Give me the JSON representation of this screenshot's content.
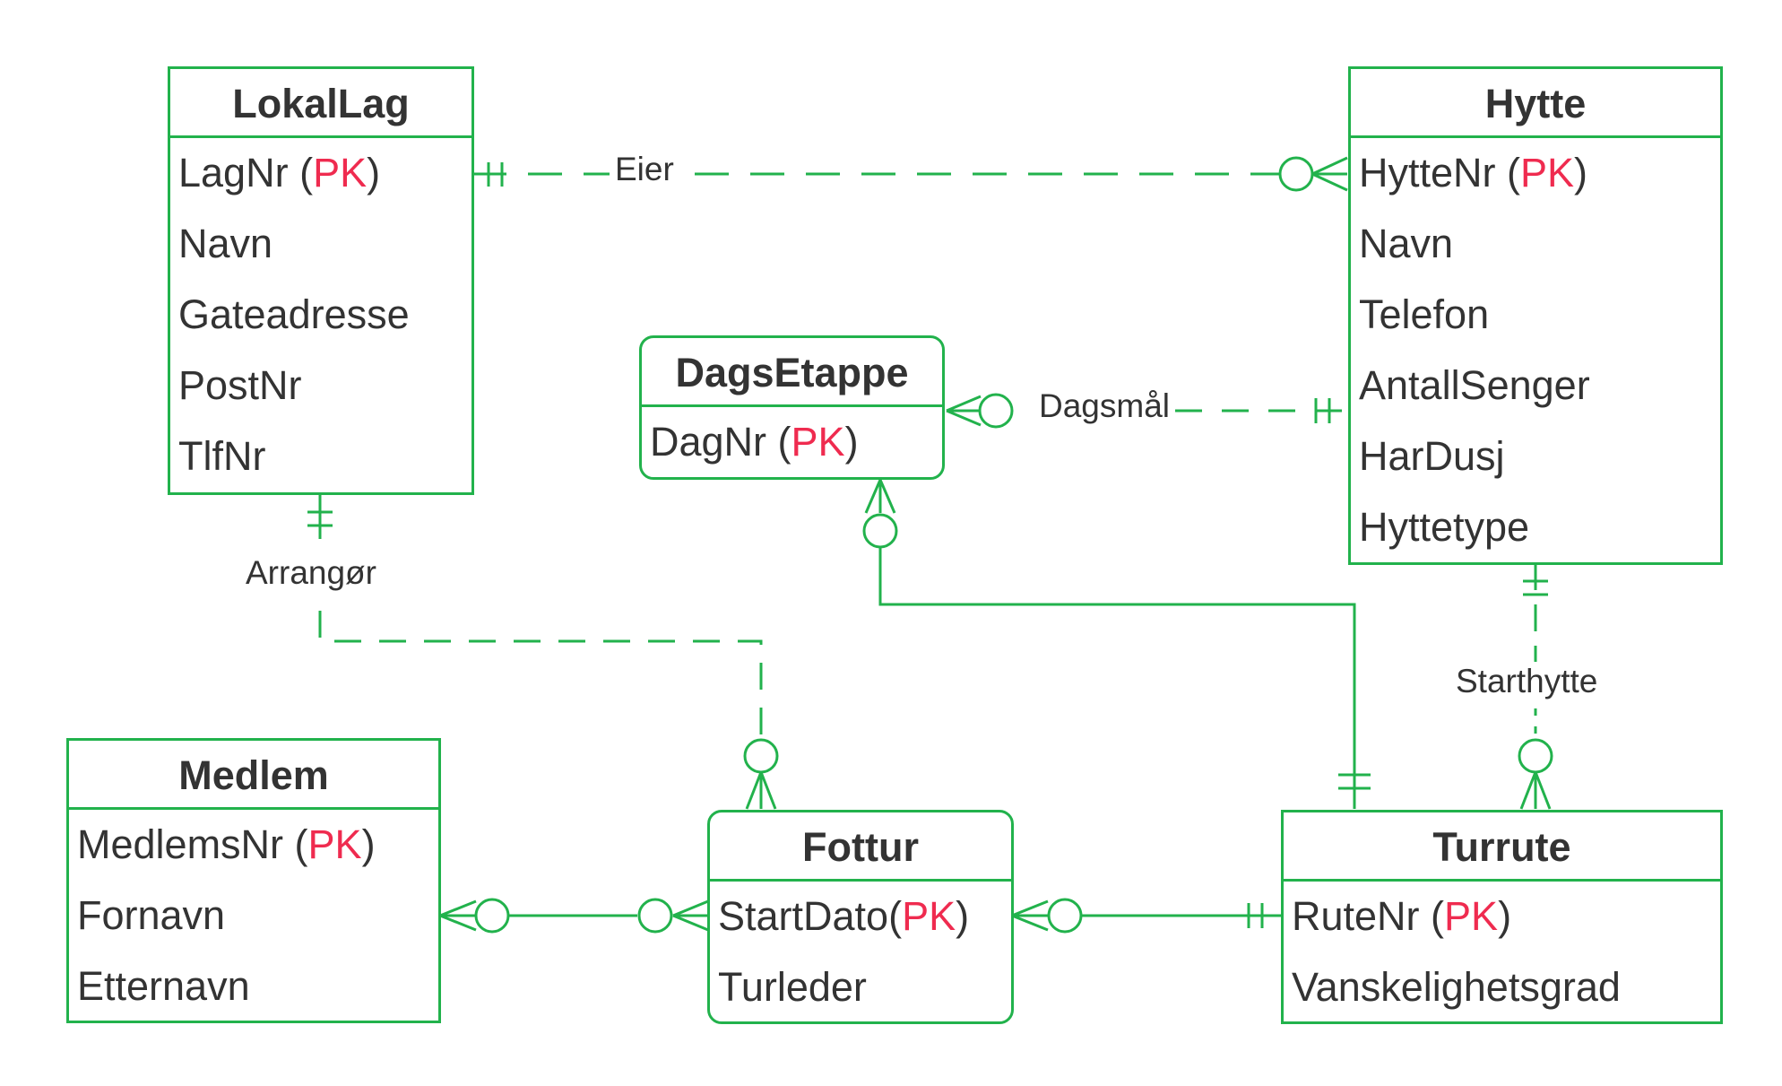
{
  "colors": {
    "line": "#22b24c",
    "pk": "#ef2b4f",
    "text": "#333333"
  },
  "entities": {
    "lokallag": {
      "name": "LokalLag",
      "attributes": [
        "LagNr",
        "Navn",
        "Gateadresse",
        "PostNr",
        "TlfNr"
      ],
      "pk_label": "PK"
    },
    "hytte": {
      "name": "Hytte",
      "attributes": [
        "HytteNr",
        "Navn",
        "Telefon",
        "AntallSenger",
        "HarDusj",
        "Hyttetype"
      ],
      "pk_label": "PK"
    },
    "dagsetappe": {
      "name": "DagsEtappe",
      "attributes": [
        "DagNr"
      ],
      "pk_label": "PK"
    },
    "medlem": {
      "name": "Medlem",
      "attributes": [
        "MedlemsNr",
        "Fornavn",
        "Etternavn"
      ],
      "pk_label": "PK"
    },
    "fottur": {
      "name": "Fottur",
      "attributes": [
        "StartDato",
        "Turleder"
      ],
      "pk_label": "PK"
    },
    "turrute": {
      "name": "Turrute",
      "attributes": [
        "RuteNr",
        "Vanskelighetsgrad"
      ],
      "pk_label": "PK"
    }
  },
  "relationships": {
    "eier": "Eier",
    "dagsmal": "Dagsmål",
    "arrangor": "Arrangør",
    "starthytte": "Starthytte"
  }
}
